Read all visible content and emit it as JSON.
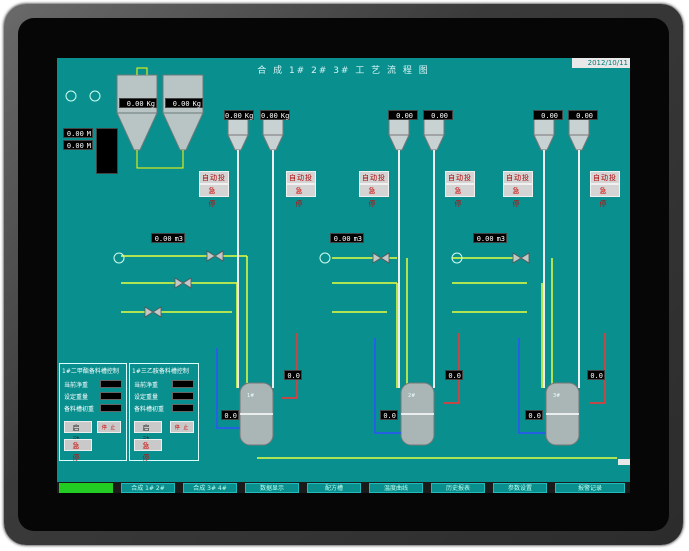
{
  "screen": {
    "title": "合 成 1# 2# 3# 工 艺 流 程 图",
    "datetime": "2012/10/11"
  },
  "hoppers": [
    {
      "value": "0.00",
      "unit": "Kg"
    },
    {
      "value": "0.00",
      "unit": "Kg"
    }
  ],
  "left_readouts": [
    {
      "value": "0.00",
      "unit": "M"
    },
    {
      "value": "0.00",
      "unit": "M"
    }
  ],
  "units": [
    {
      "tank_a_value": "0.00",
      "tank_a_unit": "Kg",
      "tank_b_value": "0.00",
      "tank_b_unit": "Kg",
      "flow_value": "0.00",
      "flow_unit": "m3",
      "auto_label": "自动投料",
      "stop_label": "急 停",
      "reactor_label": "1#",
      "small_values": [
        "0.0",
        "0.0"
      ]
    },
    {
      "tank_a_value": "0.00",
      "tank_a_unit": "",
      "tank_b_value": "0.00",
      "tank_b_unit": "",
      "flow_value": "0.00",
      "flow_unit": "m3",
      "auto_label": "自动投料",
      "stop_label": "急 停",
      "reactor_label": "2#",
      "small_values": [
        "0.0",
        "0.0"
      ]
    },
    {
      "tank_a_value": "0.00",
      "tank_a_unit": "",
      "tank_b_value": "0.00",
      "tank_b_unit": "",
      "flow_value": "0.00",
      "flow_unit": "m3",
      "auto_label": "自动投料",
      "stop_label": "急 停",
      "reactor_label": "3#",
      "small_values": [
        "0.0",
        "0.0"
      ]
    }
  ],
  "panels": [
    {
      "title": "1#二甲酯备料槽控制",
      "rows": [
        "当前净重",
        "设定重量",
        "备料槽初重"
      ],
      "start": "启 动",
      "stop": "急 停",
      "stop2": "停 止"
    },
    {
      "title": "1#三乙胺备料槽控制",
      "rows": [
        "当前净重",
        "设定重量",
        "备料槽初重"
      ],
      "start": "启 动",
      "stop": "急 停",
      "stop2": "停 止"
    }
  ],
  "nav": {
    "items": [
      "",
      "合成 1# 2#",
      "合成 3# 4#",
      "数据显示",
      "配方槽",
      "温度曲线",
      "历史报表",
      "参数设置",
      "报警记录"
    ]
  }
}
